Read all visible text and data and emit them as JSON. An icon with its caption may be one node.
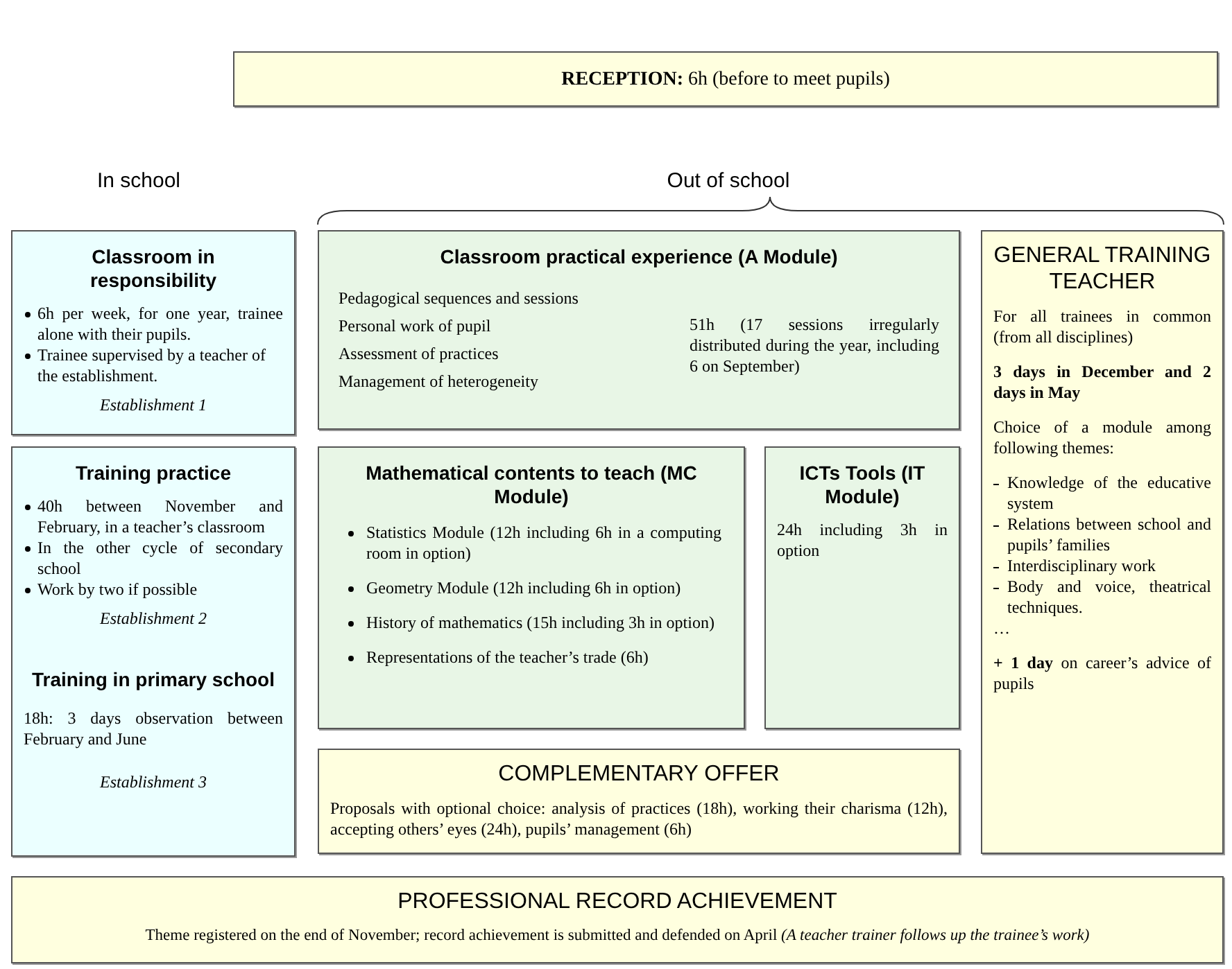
{
  "diagram": {
    "nodes": [
      {
        "text": [
          "**RECEPTION:** 6h (before to meet pupils)"
        ]
      },
      {
        "text": [
          "Classroom in responsibility",
          "6h per week, for one year, trainee alone with their pupils.",
          "Trainee supervised by a teacher of the establishment.",
          "Establishment 1"
        ]
      },
      {
        "text": [
          "Classroom practical experience (A Module)",
          "Pedagogical sequences and sessions",
          "Personal work of pupil",
          "Assessment of practices",
          "Management of heterogeneity",
          "51h (17 sessions irregularly distributed during the year, including 6 on September)"
        ]
      },
      {
        "text": [
          "GENERAL TRAINING TEACHER",
          "For all trainees in common (from all disciplines)",
          "3 days in December and 2 days in May",
          "Choice of a module among following themes:",
          "Knowledge of the educative system",
          "Relations between school and pupils’ families",
          "Interdisciplinary work",
          "Body and voice, theatrical techniques.",
          "…",
          "**+ 1 day** on career’s advice of pupils"
        ]
      },
      {
        "text": [
          "Training practice",
          "40h between November and February, in a teacher’s classroom",
          "In the other cycle of secondary school",
          "Work by two if possible",
          "Establishment 2",
          "Training in primary school",
          "18h: 3 days observation between February and June",
          "Establishment 3"
        ]
      },
      {
        "text": [
          "Mathematical contents to teach (MC Module)",
          "Statistics Module (12h including 6h in a computing room in option)",
          "Geometry Module (12h including 6h in option)",
          "History of mathematics (15h including 3h in option)",
          "Representations of the teacher’s trade (6h)"
        ]
      },
      {
        "text": [
          "ICTs Tools (IT Module)",
          "24h including 3h in option"
        ]
      },
      {
        "text": [
          "COMPLEMENTARY OFFER",
          "Proposals with optional choice: analysis of practices (18h), working their charisma (12h), accepting others’ eyes (24h), pupils’ management (6h)"
        ]
      },
      {
        "text": [
          "PROFESSIONAL RECORD ACHIEVEMENT",
          "Theme registered on the end of November; record achievement is submitted and defended on April *(A teacher trainer follows up the trainee’s work)*"
        ]
      }
    ],
    "edges": [],
    "labels": [
      "In school",
      "Out of school"
    ]
  }
}
